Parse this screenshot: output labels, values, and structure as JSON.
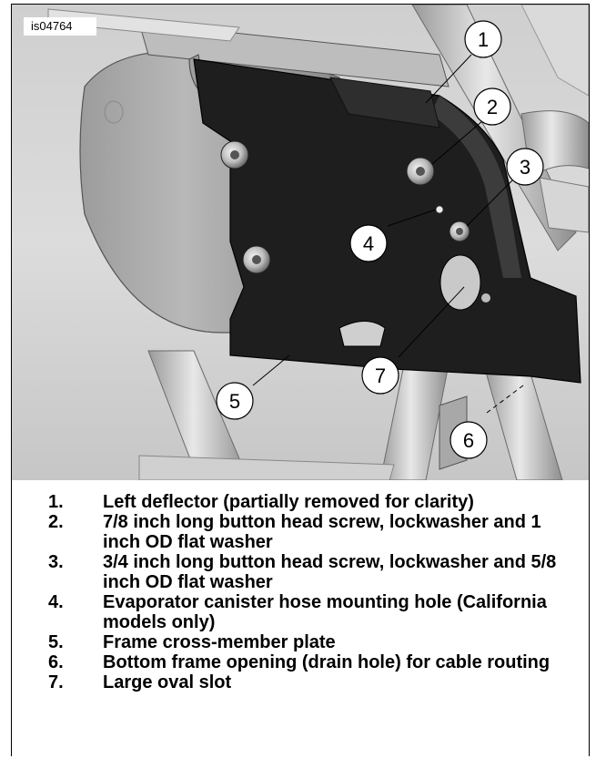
{
  "figure": {
    "id_label": "is04764",
    "callouts": [
      "1",
      "2",
      "3",
      "4",
      "5",
      "6",
      "7"
    ]
  },
  "legend": [
    {
      "num": "1.",
      "text": "Left deflector (partially removed for clarity)"
    },
    {
      "num": "2.",
      "text": "7/8 inch long button head screw, lockwasher and 1 inch OD flat washer"
    },
    {
      "num": "3.",
      "text": "3/4 inch long button head screw, lockwasher and 5/8 inch OD flat washer"
    },
    {
      "num": "4.",
      "text": "Evaporator canister hose mounting hole (California models only)"
    },
    {
      "num": "5.",
      "text": "Frame cross-member plate"
    },
    {
      "num": "6.",
      "text": "Bottom frame opening (drain hole) for cable routing"
    },
    {
      "num": "7.",
      "text": "Large oval slot"
    }
  ]
}
